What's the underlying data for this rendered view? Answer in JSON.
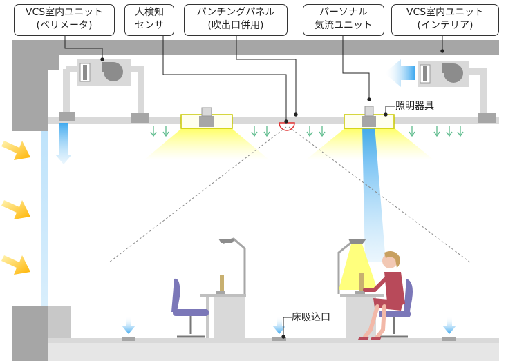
{
  "callouts": {
    "vcs_perimeter": "VCS室内ユニット\n(ペリメータ)",
    "human_sensor": "人検知\nセンサ",
    "punching_panel": "パンチングパネル\n(吹出口併用)",
    "personal_unit": "パーソナル\n気流ユニット",
    "vcs_interior": "VCS室内ユニット\n(インテリア)"
  },
  "labels": {
    "lighting": "照明器具",
    "floor_intake": "床吸込口"
  },
  "colors": {
    "structure": "#a6a6a6",
    "ceiling": "#d9d9d9",
    "airflow_blue": "#5ab4f0",
    "light_yellow": "#ffff66",
    "sun_arrow": "#ffc000",
    "vent_green": "#5dbb8c",
    "chair": "#7b77b8",
    "outline": "#333333"
  }
}
